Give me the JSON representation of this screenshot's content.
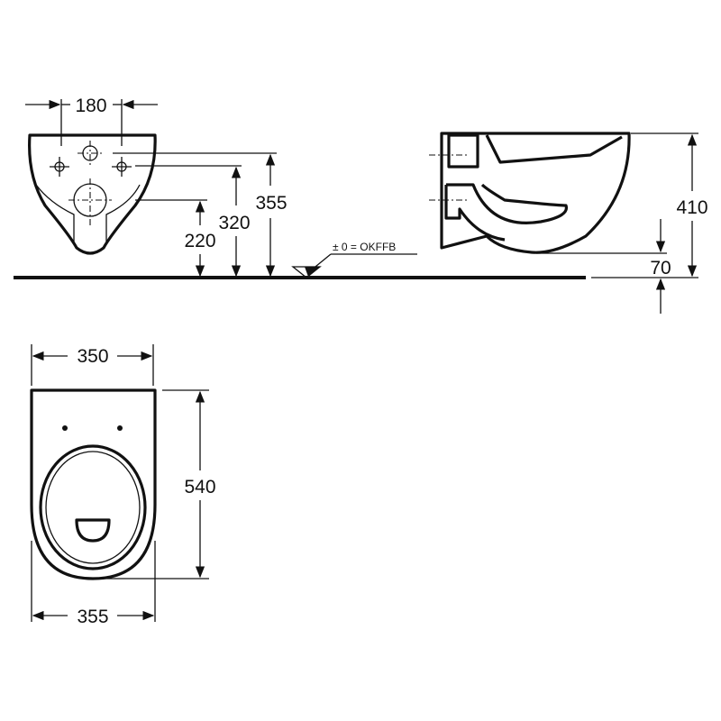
{
  "drawing": {
    "front_view": {
      "width_between_holes": "180",
      "height_top": "355",
      "height_fixing": "320",
      "height_outlet": "220"
    },
    "floor_reference": "± 0 = OKFFB",
    "side_view": {
      "total_height": "410",
      "bottom_clearance": "70"
    },
    "top_view": {
      "top_width": "350",
      "depth": "540",
      "bottom_width": "355"
    }
  }
}
